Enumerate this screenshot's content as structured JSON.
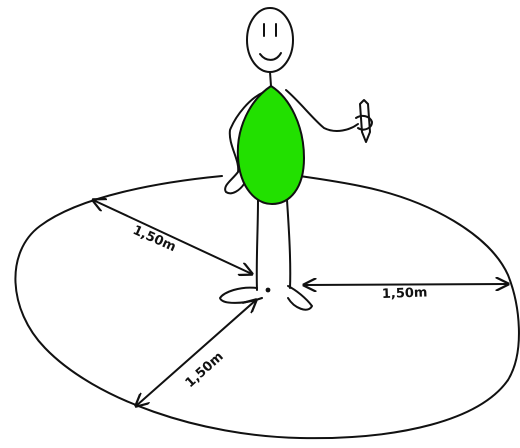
{
  "colors": {
    "ink": "#111111",
    "body_fill": "#22e000",
    "background": "#ffffff"
  },
  "labels": {
    "upper_left": "1,50m",
    "right": "1,50m",
    "lower_left": "1,50m"
  }
}
